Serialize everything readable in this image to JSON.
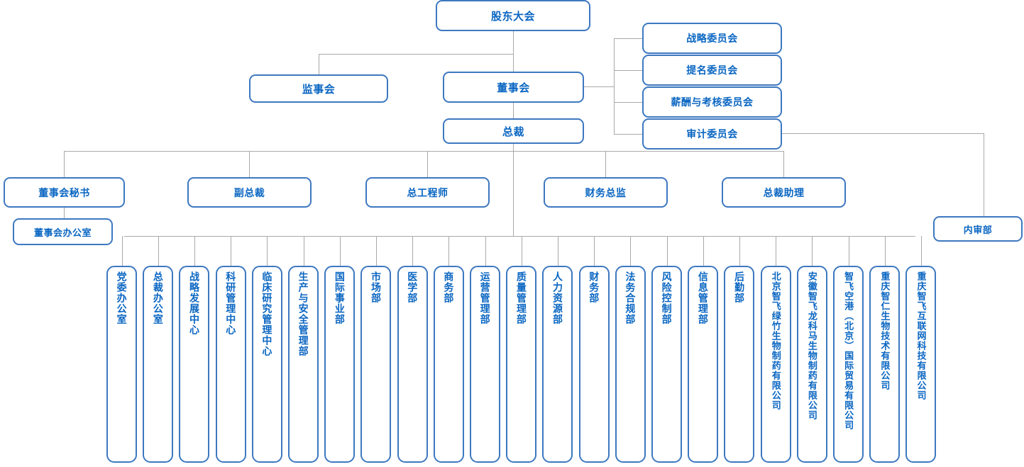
{
  "colors": {
    "box_border": "#3d78c0",
    "text": "#0a66c2",
    "connector": "#a9a9a9",
    "background": "#ffffff"
  },
  "chart_title": "",
  "top": {
    "shareholders_meeting": "股东大会",
    "board_of_directors": "董事会",
    "board_of_supervisors": "监事会",
    "president": "总裁"
  },
  "committees": [
    {
      "label": "战略委员会"
    },
    {
      "label": "提名委员会"
    },
    {
      "label": "薪酬与考核委员会"
    },
    {
      "label": "审计委员会"
    }
  ],
  "executives": [
    {
      "label": "董事会秘书"
    },
    {
      "label": "副总裁"
    },
    {
      "label": "总工程师"
    },
    {
      "label": "财务总监"
    },
    {
      "label": "总裁助理"
    }
  ],
  "board_office": "董事会办公室",
  "internal_audit": "内审部",
  "departments": [
    {
      "label": "党委办公室"
    },
    {
      "label": "总裁办公室"
    },
    {
      "label": "战略发展中心"
    },
    {
      "label": "科研管理中心"
    },
    {
      "label": "临床研究管理中心"
    },
    {
      "label": "生产与安全管理部"
    },
    {
      "label": "国际事业部"
    },
    {
      "label": "市场部"
    },
    {
      "label": "医学部"
    },
    {
      "label": "商务部"
    },
    {
      "label": "运营管理部"
    },
    {
      "label": "质量管理部"
    },
    {
      "label": "人力资源部"
    },
    {
      "label": "财务部"
    },
    {
      "label": "法务合规部"
    },
    {
      "label": "风险控制部"
    },
    {
      "label": "信息管理部"
    },
    {
      "label": "后勤部"
    },
    {
      "label": "北京智飞绿竹生物制药有限公司"
    },
    {
      "label": "安徽智飞龙科马生物制药有限公司"
    },
    {
      "label": "智飞空港（北京）国际贸易有限公司"
    },
    {
      "label": "重庆智仁生物技术有限公司"
    },
    {
      "label": "重庆智飞互联网科技有限公司"
    }
  ]
}
